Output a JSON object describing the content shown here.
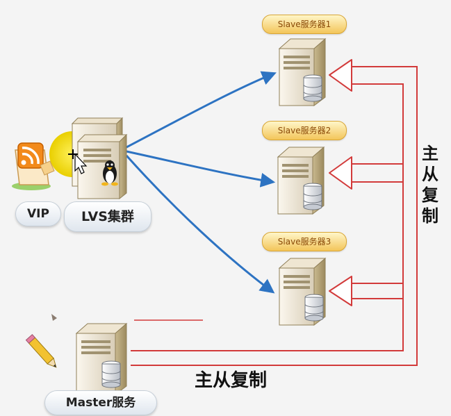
{
  "nodes": {
    "slave1": {
      "label": "Slave服务器1"
    },
    "slave2": {
      "label": "Slave服务器2"
    },
    "slave3": {
      "label": "Slave服务器3"
    },
    "vip": {
      "label": "VIP"
    },
    "lvs": {
      "label": "LVS集群"
    },
    "master": {
      "label": "Master服务"
    }
  },
  "replication": {
    "vertical_label": "主从复制",
    "bottom_label": "主从复制"
  },
  "colors": {
    "lb_arrows": "#2d73c2",
    "replication_lines": "#d23a3a",
    "pill_text": "#8a4a08",
    "pill_fill": "#f3c55a"
  },
  "icons": [
    "rss-icon",
    "linux-penguin-icon",
    "pencil-icon",
    "cursor-icon"
  ]
}
